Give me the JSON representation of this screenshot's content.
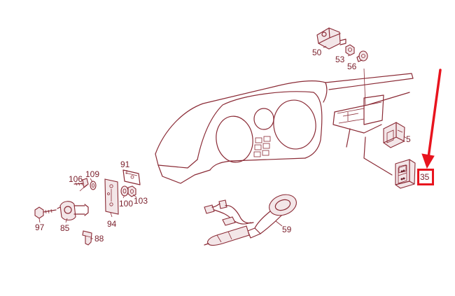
{
  "diagram": {
    "parts": [
      {
        "id": "p50",
        "label": "50"
      },
      {
        "id": "p53",
        "label": "53"
      },
      {
        "id": "p56",
        "label": "56"
      },
      {
        "id": "p5",
        "label": "5"
      },
      {
        "id": "p35",
        "label": "35"
      },
      {
        "id": "p91",
        "label": "91"
      },
      {
        "id": "p106",
        "label": "106"
      },
      {
        "id": "p109",
        "label": "109"
      },
      {
        "id": "p100",
        "label": "100"
      },
      {
        "id": "p103",
        "label": "103"
      },
      {
        "id": "p97",
        "label": "97"
      },
      {
        "id": "p85",
        "label": "85"
      },
      {
        "id": "p94",
        "label": "94"
      },
      {
        "id": "p88",
        "label": "88"
      },
      {
        "id": "p59",
        "label": "59"
      }
    ],
    "highlight": {
      "part": "35",
      "color": "#e8141e"
    },
    "line_color": "#8a2a35"
  }
}
